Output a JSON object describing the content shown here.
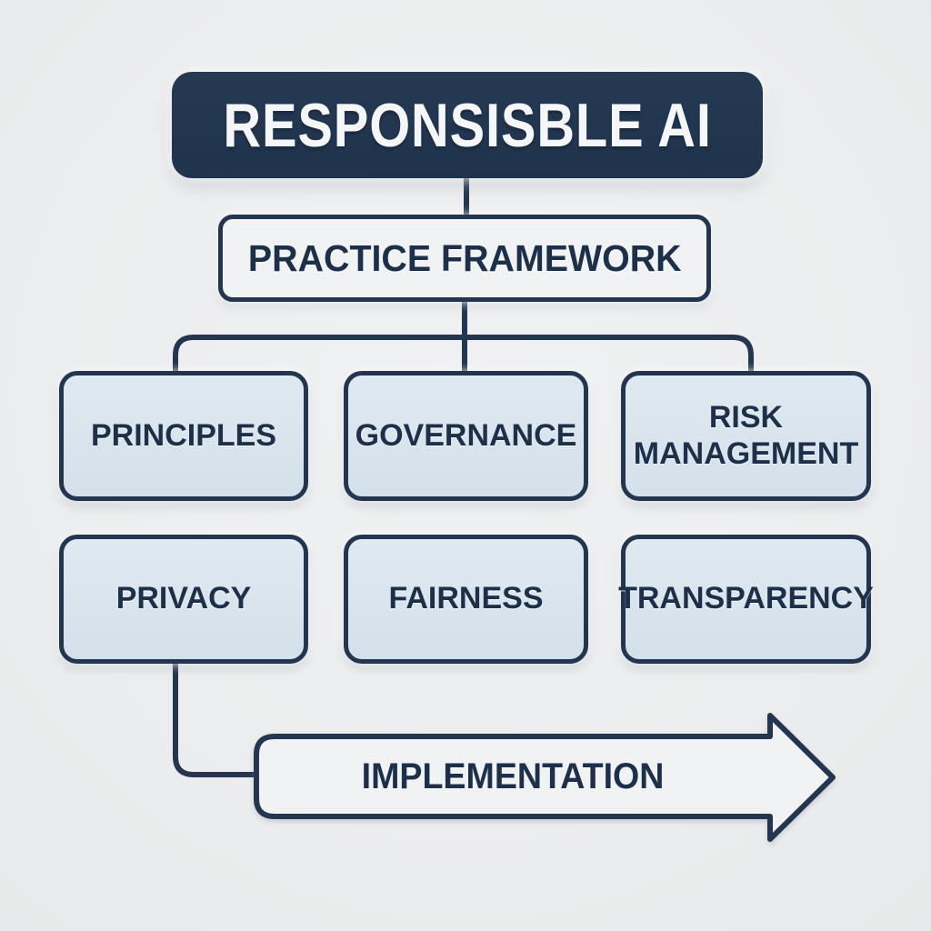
{
  "diagram": {
    "title": "RESPONSISBLE AI",
    "subtitle": "PRACTICE FRAMEWORK",
    "row1": [
      "PRINCIPLES",
      "GOVERNANCE",
      "RISK MANAGEMENT"
    ],
    "row2": [
      "PRIVACY",
      "FAIRNESS",
      "TRANSPARENCY"
    ],
    "arrow_label": "IMPLEMENTATION",
    "colors": {
      "navy": "#24364f",
      "navy_fill": "#20334d",
      "light_blue": "#d9e4ed",
      "light_fill": "#f1f2f3",
      "box_text": "#1d3049",
      "title_text": "#f4f6f8",
      "background": "#ecedee"
    }
  }
}
